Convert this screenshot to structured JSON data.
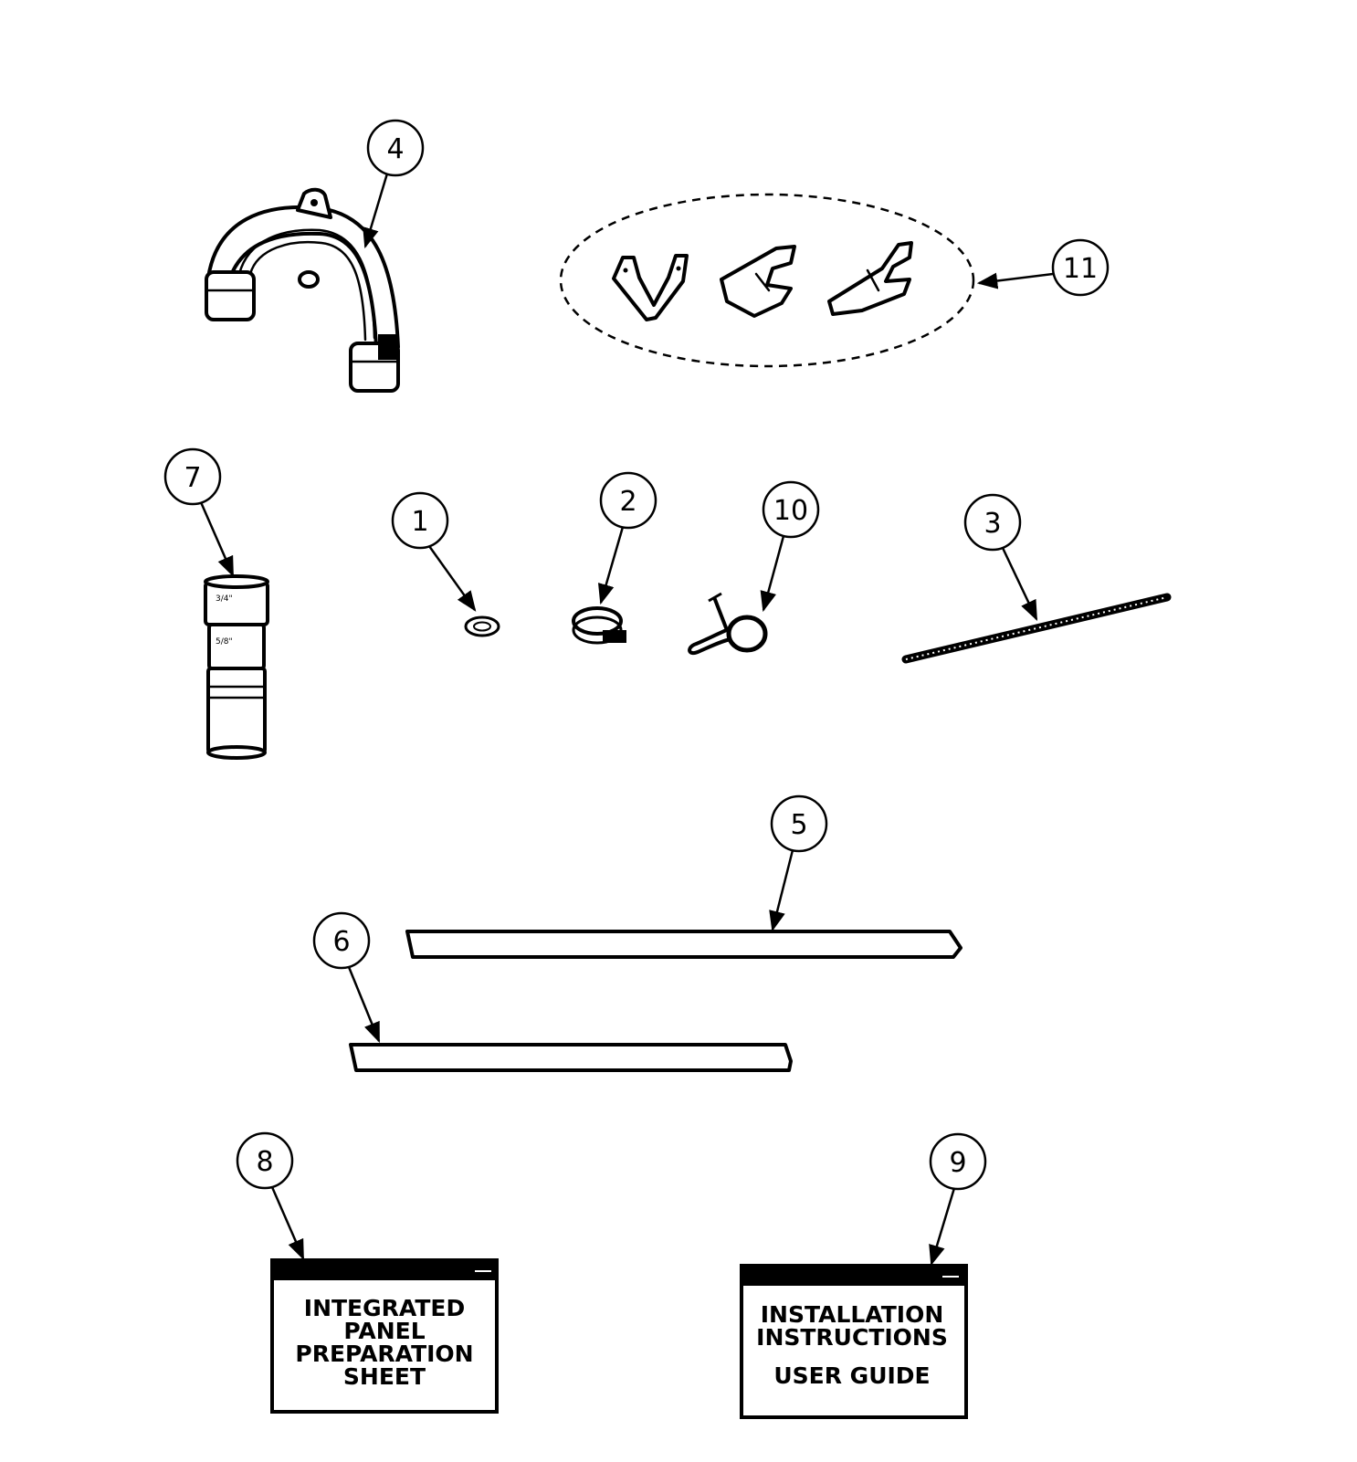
{
  "callouts": {
    "c1": "1",
    "c2": "2",
    "c3": "3",
    "c4": "4",
    "c5": "5",
    "c6": "6",
    "c7": "7",
    "c8": "8",
    "c9": "9",
    "c10": "10",
    "c11": "11"
  },
  "sheets": {
    "panel_prep": [
      "INTEGRATED",
      "PANEL",
      "PREPARATION",
      "SHEET"
    ],
    "install": [
      "INSTALLATION",
      "INSTRUCTIONS",
      "USER GUIDE"
    ]
  },
  "colors": {
    "line": "#000000",
    "background": "#ffffff"
  }
}
